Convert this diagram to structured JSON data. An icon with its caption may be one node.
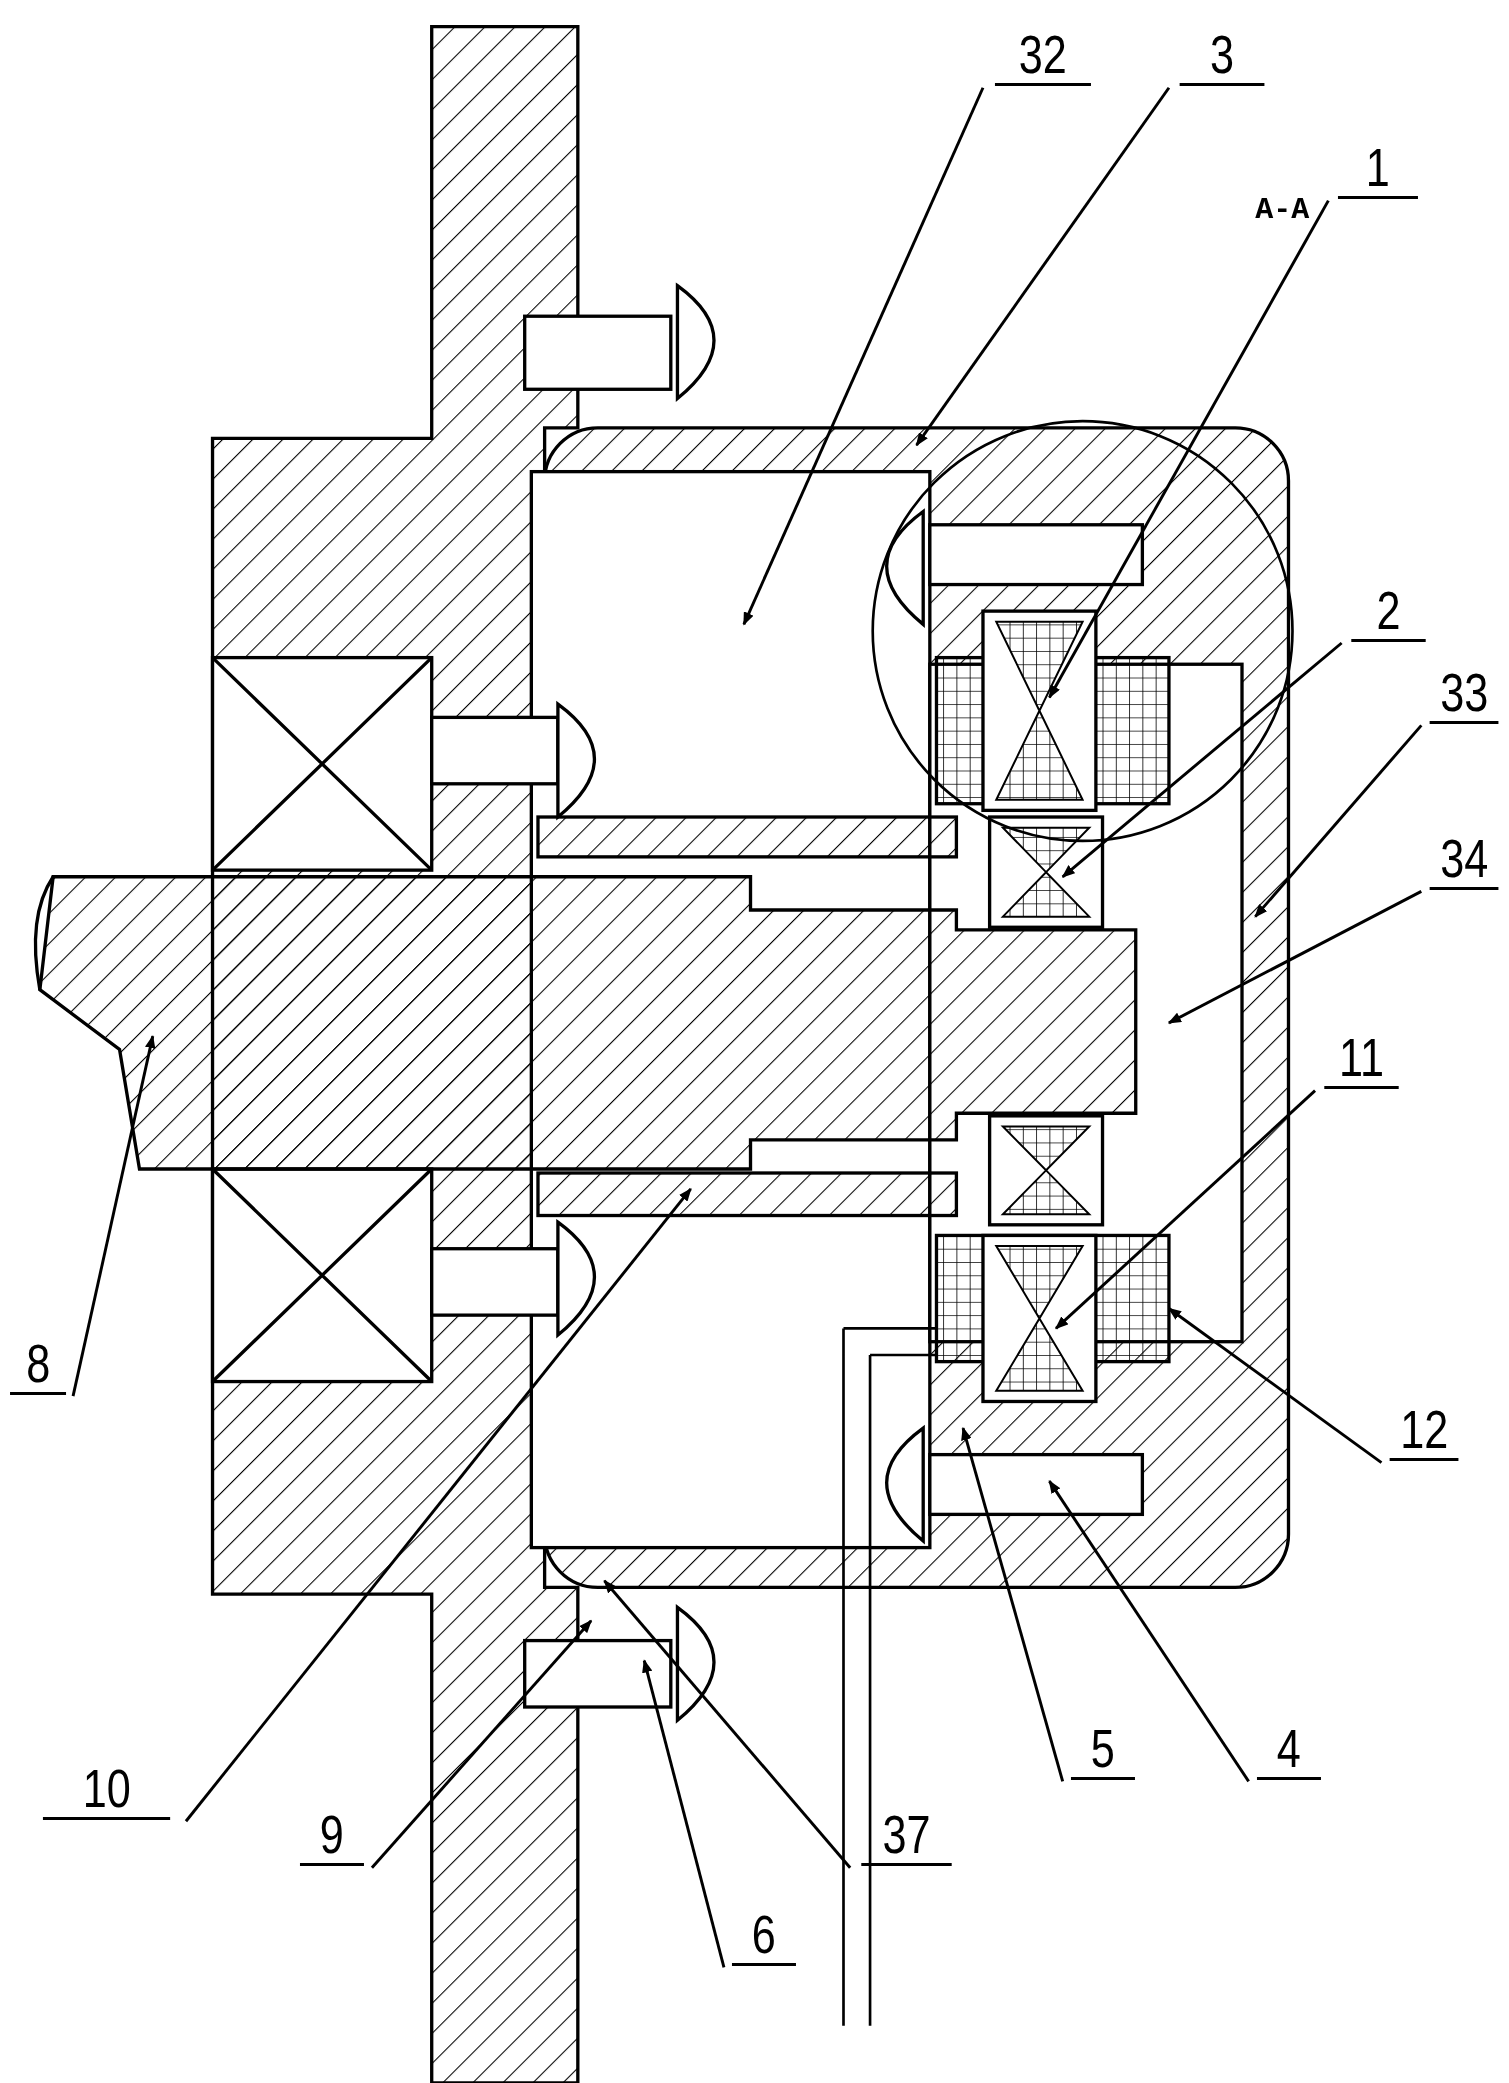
{
  "diagram": {
    "nodes": [
      {
        "text": [
          "32"
        ]
      },
      {
        "text": [
          "3"
        ]
      },
      {
        "text": [
          "1"
        ]
      },
      {
        "text": [
          "2"
        ]
      },
      {
        "text": [
          "33"
        ]
      },
      {
        "text": [
          "34"
        ]
      },
      {
        "text": [
          "11"
        ]
      },
      {
        "text": [
          "12"
        ]
      },
      {
        "text": [
          "4"
        ]
      },
      {
        "text": [
          "5"
        ]
      },
      {
        "text": [
          "37"
        ]
      },
      {
        "text": [
          "6"
        ]
      },
      {
        "text": [
          "9"
        ]
      },
      {
        "text": [
          "10"
        ]
      },
      {
        "text": [
          "8"
        ]
      }
    ],
    "edges": [
      {
        "from": 0,
        "to": null,
        "arrow": "to"
      },
      {
        "from": 1,
        "to": null,
        "arrow": "to"
      },
      {
        "from": 2,
        "to": null,
        "arrow": "to"
      },
      {
        "from": 3,
        "to": null,
        "arrow": "to"
      },
      {
        "from": 4,
        "to": null,
        "arrow": "to"
      },
      {
        "from": 5,
        "to": null,
        "arrow": "to"
      },
      {
        "from": 6,
        "to": null,
        "arrow": "to"
      },
      {
        "from": 7,
        "to": null,
        "arrow": "to"
      },
      {
        "from": 8,
        "to": null,
        "arrow": "to"
      },
      {
        "from": 9,
        "to": null,
        "arrow": "to"
      },
      {
        "from": 10,
        "to": null,
        "arrow": "to"
      },
      {
        "from": 11,
        "to": null,
        "arrow": "to"
      },
      {
        "from": 12,
        "to": null,
        "arrow": "to"
      },
      {
        "from": 13,
        "to": null,
        "arrow": "to"
      },
      {
        "from": 14,
        "to": null,
        "arrow": "to"
      }
    ],
    "labels": [
      "A-A"
    ]
  }
}
